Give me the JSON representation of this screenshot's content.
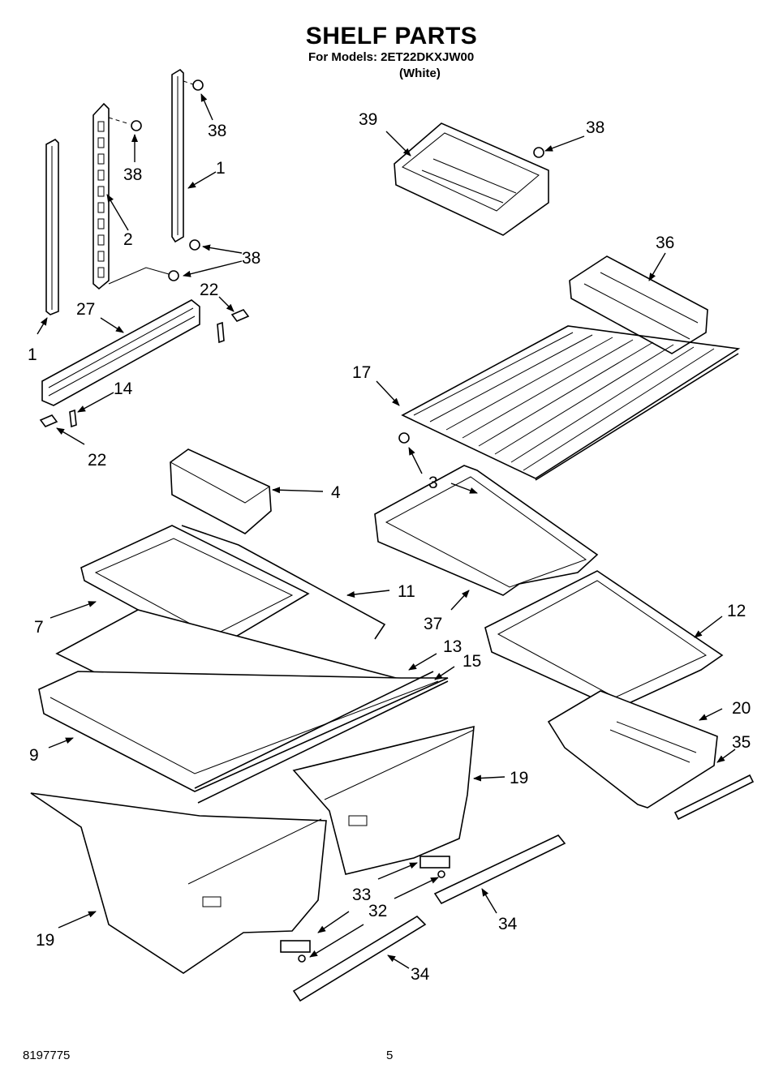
{
  "header": {
    "title": "SHELF PARTS",
    "models_line": "For Models: 2ET22DKXJW00",
    "color_line": "(White)"
  },
  "footer": {
    "doc_number": "8197775",
    "page_number": "5"
  },
  "callouts": {
    "c1a": "1",
    "c1b": "1",
    "c2": "2",
    "c3": "3",
    "c4": "4",
    "c7": "7",
    "c9": "9",
    "c11": "11",
    "c12": "12",
    "c13": "13",
    "c14": "14",
    "c15": "15",
    "c17": "17",
    "c19a": "19",
    "c19b": "19",
    "c20": "20",
    "c22a": "22",
    "c22b": "22",
    "c27": "27",
    "c32": "32",
    "c33": "33",
    "c34a": "34",
    "c34b": "34",
    "c35": "35",
    "c36": "36",
    "c37": "37",
    "c38a": "38",
    "c38b": "38",
    "c38c": "38",
    "c38d": "38",
    "c39": "39"
  }
}
